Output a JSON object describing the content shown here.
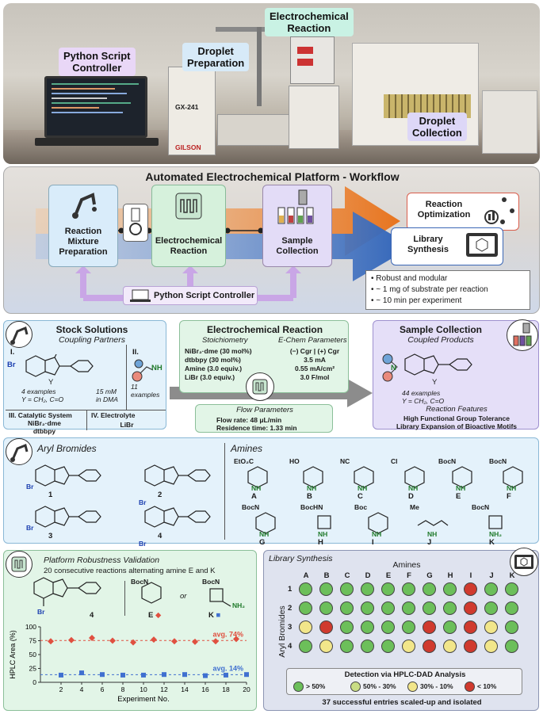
{
  "photo": {
    "labels": {
      "python": "Python Script\nController",
      "droplet_prep": "Droplet\nPreparation",
      "echem": "Electrochemical\nReaction",
      "collection": "Droplet\nCollection"
    },
    "instrument_badge": "GX-241",
    "brand": "GILSON"
  },
  "workflow": {
    "title": "Automated Electrochemical Platform - Workflow",
    "steps": {
      "prep": "Reaction\nMixture\nPreparation",
      "echem": "Electrochemical\nReaction",
      "collect": "Sample\nCollection"
    },
    "controller": "Python Script Controller",
    "outcomes": {
      "optimization": "Reaction\nOptimization",
      "library": "Library\nSynthesis"
    },
    "bullets": [
      "Robust and modular",
      "~ 1 mg of substrate per reaction",
      "~ 10 min per experiment"
    ]
  },
  "stock": {
    "title": "Stock Solutions",
    "subtitle": "Coupling Partners",
    "roman1": "I.",
    "roman2": "II.",
    "br": "Br",
    "y": "Y",
    "examples1": "4 examples",
    "ylabel": "Y = CH₂, C=O",
    "conc": "15 mM\nin DMA",
    "nh": "NH",
    "examples2": "11 examples",
    "cat_title": "III. Catalytic System",
    "cat_items": "NiBr₂·dme\ndtbbpy",
    "elec_title": "IV. Electrolyte",
    "elec_item": "LiBr"
  },
  "echem": {
    "title": "Electrochemical Reaction",
    "stoich_head": "Stoichiometry",
    "stoich": [
      "NiBr₂·dme (30 mol%)",
      "dtbbpy (30 mol%)",
      "Amine (3.0 equiv.)",
      "LiBr (3.0 equiv.)"
    ],
    "param_head": "E-Chem Parameters",
    "params": [
      "(−) Cgr | (+) Cgr",
      "3.5 mA",
      "0.55 mA/cm²",
      "3.0 F/mol"
    ],
    "flow_head": "Flow Parameters",
    "flow": [
      "Flow rate: 48 μL/min",
      "Residence time: 1.33 min"
    ]
  },
  "sample": {
    "title": "Sample Collection",
    "subtitle": "Coupled Products",
    "n": "N",
    "y": "Y",
    "examples": "44 examples",
    "ylabel": "Y = CH₂, C=O",
    "features_head": "Reaction Features",
    "features": [
      "High Functional Group Tolerance",
      "Library Expansion of Bioactive Motifs"
    ]
  },
  "arylbromides": {
    "title": "Aryl Bromides",
    "br": "Br",
    "numbers": [
      "1",
      "2",
      "3",
      "4"
    ]
  },
  "amines": {
    "title": "Amines",
    "items": [
      {
        "label": "A",
        "sub": "EtO₂C"
      },
      {
        "label": "B",
        "sub": "HO"
      },
      {
        "label": "C",
        "sub": "NC"
      },
      {
        "label": "D",
        "sub": "Cl"
      },
      {
        "label": "E",
        "sub": "BocN"
      },
      {
        "label": "F",
        "sub": "BocN"
      },
      {
        "label": "G",
        "sub": "BocN"
      },
      {
        "label": "H",
        "sub": "BocHN"
      },
      {
        "label": "I",
        "sub": "Boc"
      },
      {
        "label": "J",
        "sub": "Me"
      },
      {
        "label": "K",
        "sub": "BocN"
      }
    ],
    "nh": "NH",
    "nh2": "NH₂",
    "n": "N",
    "h": "H"
  },
  "robust": {
    "title": "Platform Robustness Validation",
    "subtitle": "20 consecutive reactions alternating amine E and K",
    "br": "Br",
    "compound": "4",
    "or": "or",
    "boc": "BocN",
    "amine_e": "E",
    "amine_k": "K",
    "nh2": "NH₂"
  },
  "chart_data": {
    "type": "scatter",
    "xlabel": "Experiment No.",
    "ylabel": "HPLC Area (%)",
    "xlim": [
      0,
      20
    ],
    "ylim": [
      0,
      100
    ],
    "xticks": [
      2,
      4,
      6,
      8,
      10,
      12,
      14,
      16,
      18,
      20
    ],
    "yticks": [
      0,
      25,
      50,
      75,
      100
    ],
    "series": [
      {
        "name": "E",
        "color": "#e05040",
        "marker": "diamond",
        "x": [
          1,
          3,
          5,
          7,
          9,
          11,
          13,
          15,
          17,
          19
        ],
        "y": [
          74,
          76,
          80,
          75,
          72,
          77,
          74,
          73,
          74,
          78
        ]
      },
      {
        "name": "K",
        "color": "#4070d0",
        "marker": "square",
        "x": [
          2,
          4,
          6,
          8,
          10,
          12,
          14,
          16,
          18,
          20
        ],
        "y": [
          13,
          17,
          14,
          13,
          13,
          14,
          14,
          12,
          13,
          14
        ]
      }
    ],
    "annotations": [
      "avg. 74%",
      "avg. 14%"
    ]
  },
  "library": {
    "title": "Library Synthesis",
    "amines_head": "Amines",
    "cols": [
      "A",
      "B",
      "C",
      "D",
      "E",
      "F",
      "G",
      "H",
      "I",
      "J",
      "K"
    ],
    "rows_label": "Aryl Bromides",
    "rows": [
      "1",
      "2",
      "3",
      "4"
    ],
    "grid": [
      [
        "g",
        "g",
        "g",
        "g",
        "g",
        "g",
        "g",
        "g",
        "r",
        "g",
        "g"
      ],
      [
        "g",
        "g",
        "g",
        "g",
        "g",
        "g",
        "g",
        "g",
        "r",
        "g",
        "g"
      ],
      [
        "y",
        "r",
        "g",
        "g",
        "g",
        "g",
        "r",
        "g",
        "r",
        "y",
        "g"
      ],
      [
        "g",
        "y",
        "g",
        "g",
        "g",
        "y",
        "r",
        "y",
        "r",
        "y",
        "g"
      ]
    ],
    "colors": {
      "g": "#6cbf5a",
      "l": "#c9dd84",
      "y": "#f2e68a",
      "r": "#d03a2e"
    },
    "legend_title": "Detection via HPLC-DAD Analysis",
    "legend": [
      {
        "key": "g",
        "label": "> 50%"
      },
      {
        "key": "l",
        "label": "50% - 30%"
      },
      {
        "key": "y",
        "label": "30% - 10%"
      },
      {
        "key": "r",
        "label": "< 10%"
      }
    ],
    "footer": "37 successful entries scaled-up and isolated"
  }
}
